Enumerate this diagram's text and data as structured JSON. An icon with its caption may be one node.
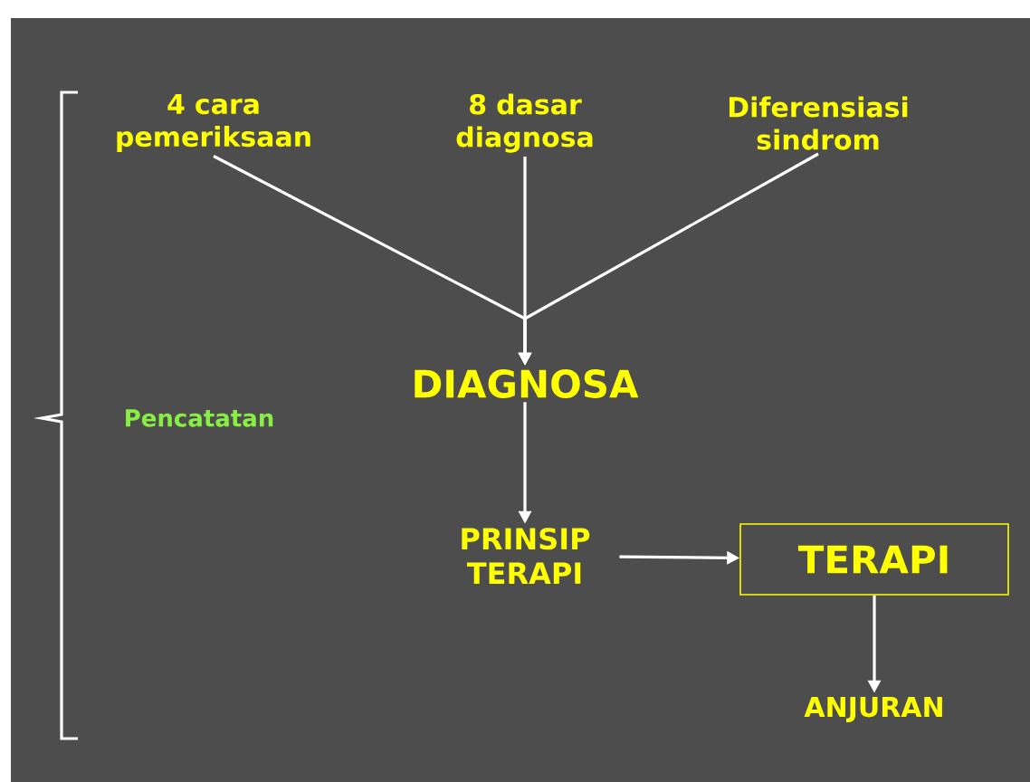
{
  "diagram": {
    "nodes": [
      {
        "text": [
          "4 cara pemeriksaan"
        ]
      },
      {
        "text": [
          "8 dasar diagnosa"
        ]
      },
      {
        "text": [
          "Diferensiasi sindrom"
        ]
      },
      {
        "text": [
          "DIAGNOSA"
        ]
      },
      {
        "text": [
          "PRINSIP TERAPI"
        ]
      },
      {
        "text": [
          "TERAPI"
        ]
      },
      {
        "text": [
          "ANJURAN"
        ]
      }
    ],
    "edges": [
      {
        "from": 0,
        "to": 3,
        "arrow": "to"
      },
      {
        "from": 1,
        "to": 3,
        "arrow": "to"
      },
      {
        "from": 2,
        "to": 3,
        "arrow": "to"
      },
      {
        "from": 3,
        "to": 4,
        "arrow": "to"
      },
      {
        "from": 4,
        "to": 5,
        "arrow": "to"
      },
      {
        "from": 5,
        "to": 6,
        "arrow": "to"
      }
    ],
    "labels": [
      "Pencatatan"
    ]
  }
}
